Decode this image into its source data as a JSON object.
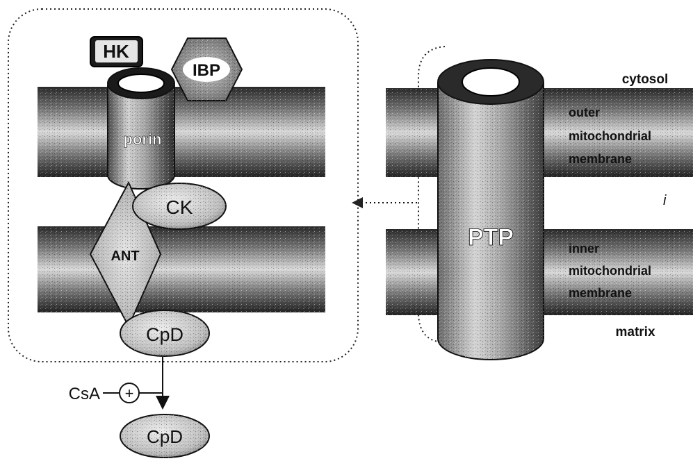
{
  "diagram": {
    "left_panel": {
      "hk": "HK",
      "ibp": "IBP",
      "porin": "porin",
      "ck": "CK",
      "ant": "ANT",
      "cpd_bound": "CpD",
      "csa": "CsA",
      "plus_symbol": "+",
      "cpd_released": "CpD"
    },
    "right_panel": {
      "ptp": "PTP",
      "cytosol": "cytosol",
      "outer_membrane": [
        "outer",
        "mitochondrial",
        "membrane"
      ],
      "inner_membrane": [
        "inner",
        "mitochondrial",
        "membrane"
      ],
      "matrix": "matrix",
      "stray_mark": "i"
    }
  }
}
